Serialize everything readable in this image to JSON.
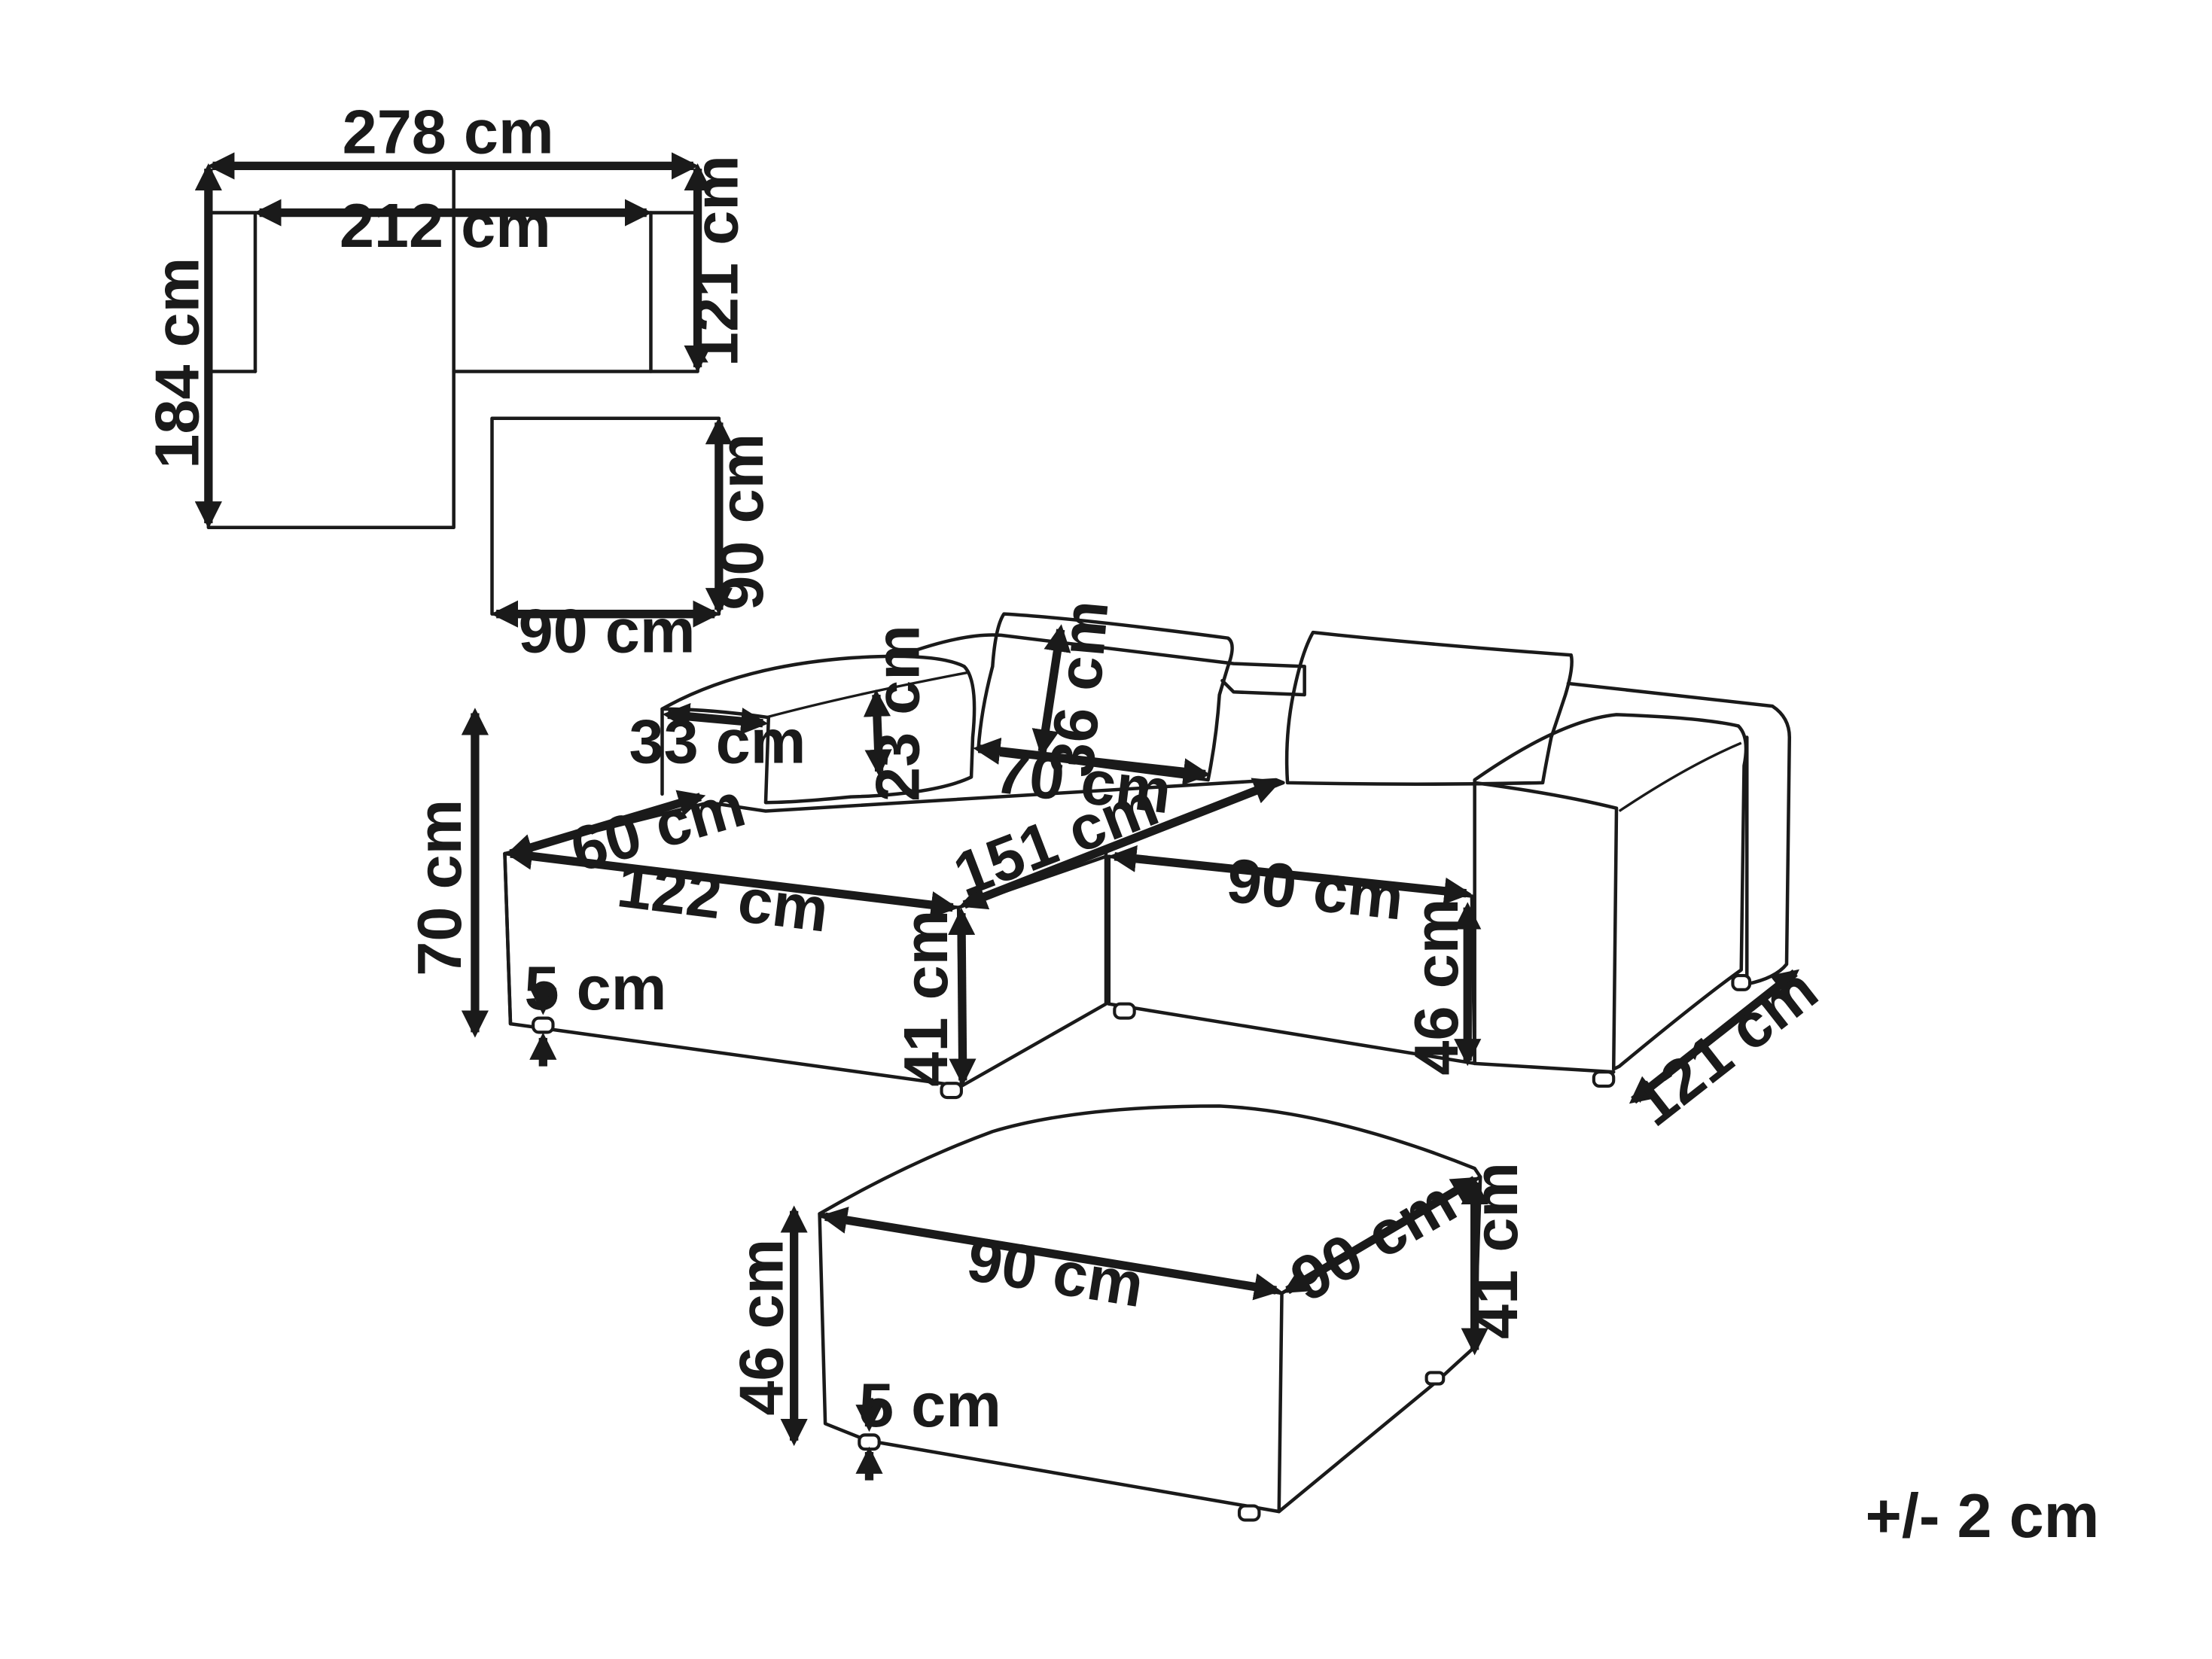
{
  "top_view": {
    "overall_width": "278 cm",
    "inner_width": "212 cm",
    "overall_depth": "184 cm",
    "seat_depth": "121 cm"
  },
  "ottoman_top_view": {
    "width": "90 cm",
    "depth": "90 cm"
  },
  "sofa": {
    "height": "70 cm",
    "armrest_width": "33 cm",
    "armrest_height": "23 cm",
    "cushion_height": "36 cm",
    "cushion_width": "70 cm",
    "chaise_width": "60 cm",
    "chaise_length": "122 cm",
    "section_length": "151 cm",
    "corner_width": "90 cm",
    "seat_height": "41 cm",
    "seat_height_right": "46 cm",
    "depth": "121 cm",
    "leg_height": "5 cm"
  },
  "ottoman": {
    "width": "90 cm",
    "depth": "90 cm",
    "height": "46 cm",
    "seat_height": "41 cm",
    "leg_height": "5 cm"
  },
  "tolerance": "+/- 2 cm"
}
